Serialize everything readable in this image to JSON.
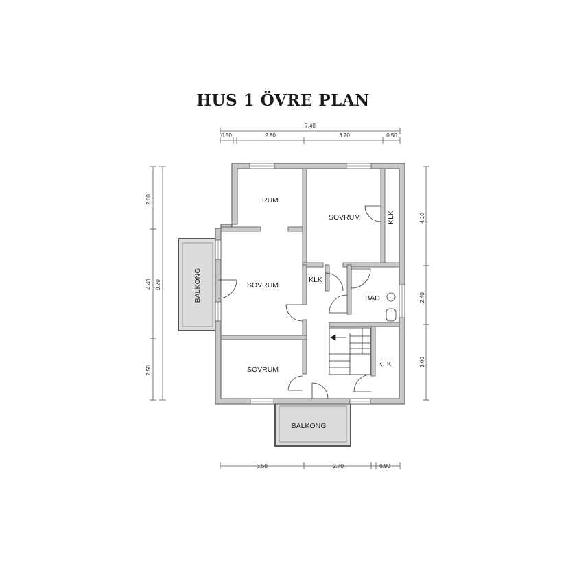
{
  "title": "HUS 1 ÖVRE PLAN",
  "dimensions": {
    "top_total": "7.40",
    "top_segments": [
      "0.50",
      "2.80",
      "3.20",
      "0.50"
    ],
    "left_total": "9.70",
    "left_segments": [
      "2.60",
      "4.40",
      "2.50"
    ],
    "right_segments": [
      "4.10",
      "2.40",
      "3.00"
    ],
    "bottom_segments": [
      "3.50",
      "2.70",
      "0.90"
    ]
  },
  "rooms": {
    "rum": "RUM",
    "sovrum_top": "SOVRUM",
    "klk_top": "KLK",
    "sovrum_mid": "SOVRUM",
    "klk_mid": "KLK",
    "bad": "BAD",
    "klk_bottom": "KLK",
    "sovrum_bottom": "SOVRUM",
    "balkong_west": "BALKONG",
    "balkong_south": "BALKONG"
  },
  "colors": {
    "wall_fill": "#c9c9c9",
    "wall_stroke": "#555555",
    "balcony_fill": "#dcdcdc",
    "line": "#333333"
  }
}
